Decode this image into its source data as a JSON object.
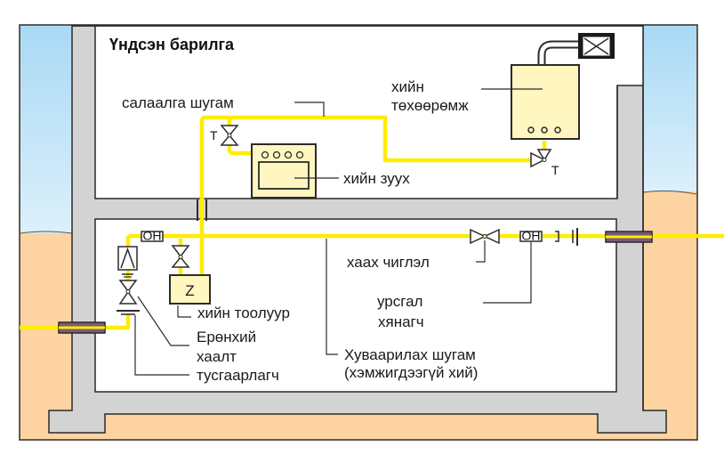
{
  "title": "Үндсэн барилга",
  "colors": {
    "sky": "#b6e0f7",
    "earth": "#fdd3a2",
    "wall": "#d3d3d3",
    "pipe": "#ffec00",
    "appliance": "#fff6c0",
    "outline": "#2b2b2b",
    "sleeve": "#7a5a78"
  },
  "labels": {
    "branch_line": "салаалга шугам",
    "gas_appliance_line1": "хийн",
    "gas_appliance_line2": "төхөөрөмж",
    "gas_stove": "хийн зуух",
    "shutoff_direction": "хаах чиглэл",
    "flow_controller_line1": "урсгал",
    "flow_controller_line2": "хянагч",
    "gas_meter": "хийн тоолуур",
    "main_valve_line1": "Ерөнхий",
    "main_valve_line2": "хаалт",
    "insulator": "тусгаарлагч",
    "distribution_line1": "Хуваарилах шугам",
    "distribution_line2": "(хэмжигдээгүй хий)",
    "valve_tag_stove": "T",
    "valve_tag_appliance": "T",
    "meter_symbol": "Z"
  }
}
